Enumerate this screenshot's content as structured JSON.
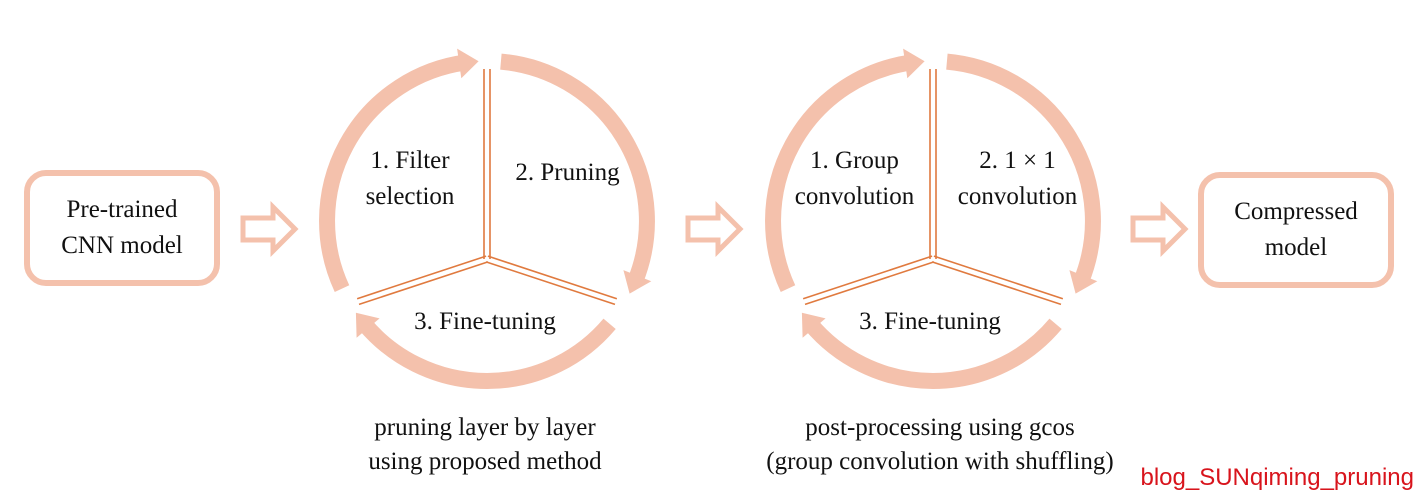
{
  "colors": {
    "ring": "#f4c1ac",
    "divider": "#e07a3f",
    "text": "#111111",
    "watermark": "#d8141c"
  },
  "input_box": {
    "line1": "Pre-trained",
    "line2": "CNN model"
  },
  "output_box": {
    "line1": "Compressed",
    "line2": "model"
  },
  "cycle_pruning": {
    "step1": {
      "line1": "1. Filter",
      "line2": "selection"
    },
    "step2": "2. Pruning",
    "step3": "3. Fine-tuning",
    "caption": {
      "line1": "pruning layer by layer",
      "line2": "using proposed method"
    }
  },
  "cycle_postprocess": {
    "step1": {
      "line1": "1. Group",
      "line2": "convolution"
    },
    "step2": {
      "line1": "2. 1 × 1",
      "line2": "convolution"
    },
    "step3": "3. Fine-tuning",
    "caption": {
      "line1": "post-processing using gcos",
      "line2": "(group convolution with shuffling)"
    }
  },
  "flow_arrows": [
    "input-to-pruning",
    "pruning-to-postprocess",
    "postprocess-to-output"
  ],
  "watermark": "blog_SUNqiming_pruning"
}
